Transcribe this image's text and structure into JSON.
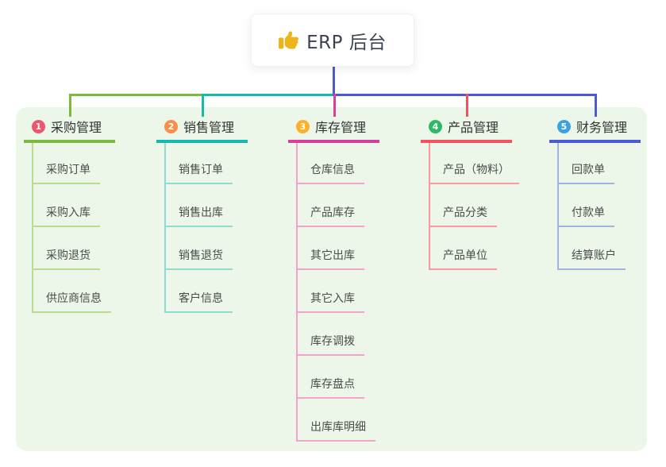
{
  "root": {
    "title": "ERP 后台",
    "icon": "thumbs-up"
  },
  "canvas": {
    "background": "#ffffff",
    "panel_background": "#ecf7e9",
    "stem_color": "#4c5bd4",
    "icon_color": "#f1b31c"
  },
  "branches": [
    {
      "badge": "1",
      "label": "采购管理",
      "line_color": "#7cb93f",
      "child_line_color": "#b9dd8d",
      "badge_color": "#f2546f",
      "children": [
        "采购订单",
        "采购入库",
        "采购退货",
        "供应商信息"
      ]
    },
    {
      "badge": "2",
      "label": "销售管理",
      "line_color": "#17b8ae",
      "child_line_color": "#8fdcd4",
      "badge_color": "#fb8d47",
      "children": [
        "销售订单",
        "销售出库",
        "销售退货",
        "客户信息"
      ]
    },
    {
      "badge": "3",
      "label": "库存管理",
      "line_color": "#d4419d",
      "child_line_color": "#f1a3cc",
      "badge_color": "#ffaf26",
      "children": [
        "仓库信息",
        "产品库存",
        "其它出库",
        "其它入库",
        "库存调拨",
        "库存盘点",
        "出库库明细"
      ]
    },
    {
      "badge": "4",
      "label": "产品管理",
      "line_color": "#f1525f",
      "child_line_color": "#f79ba1",
      "badge_color": "#2eba64",
      "children": [
        "产品（物料）",
        "产品分类",
        "产品单位"
      ]
    },
    {
      "badge": "5",
      "label": "财务管理",
      "line_color": "#4c5bd4",
      "child_line_color": "#a3b1e3",
      "badge_color": "#3aa3df",
      "children": [
        "回款单",
        "付款单",
        "结算账户"
      ]
    }
  ]
}
